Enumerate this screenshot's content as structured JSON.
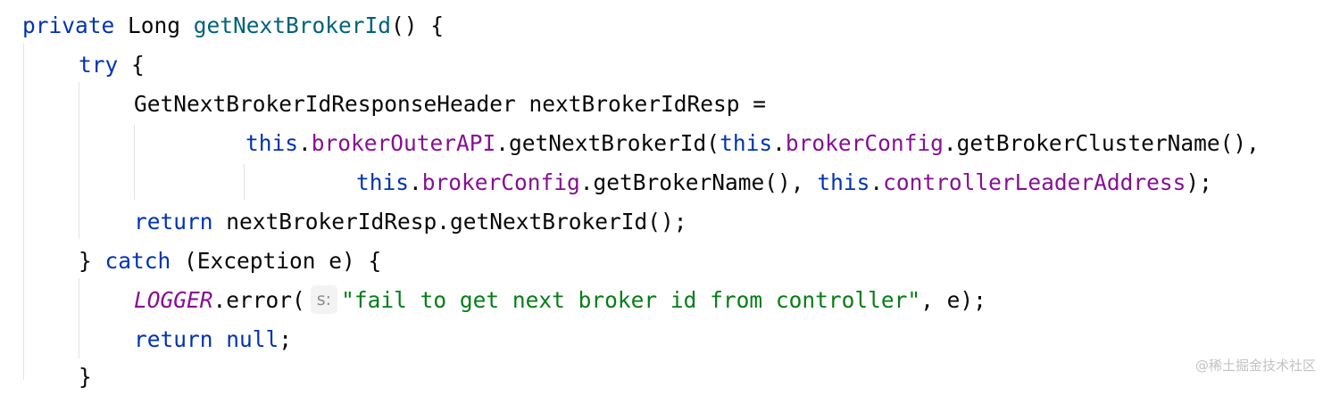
{
  "code": {
    "line1": {
      "kw_private": "private",
      "type": " Long ",
      "method": "getNextBrokerId",
      "rest": "() {"
    },
    "line2": {
      "kw_try": "try",
      "rest": " {"
    },
    "line3": {
      "text": "GetNextBrokerIdResponseHeader nextBrokerIdResp ="
    },
    "line4": {
      "kw_this1": "this",
      "dot1": ".",
      "field1": "brokerOuterAPI",
      "call1": ".getNextBrokerId(",
      "kw_this2": "this",
      "dot2": ".",
      "field2": "brokerConfig",
      "call2": ".getBrokerClusterName(),"
    },
    "line5": {
      "kw_this1": "this",
      "dot1": ".",
      "field1": "brokerConfig",
      "call1": ".getBrokerName(), ",
      "kw_this2": "this",
      "dot2": ".",
      "field2": "controllerLeaderAddress",
      "end": ");"
    },
    "line6": {
      "kw_return": "return",
      "rest": " nextBrokerIdResp.getNextBrokerId();"
    },
    "line7": {
      "brace": "} ",
      "kw_catch": "catch",
      "rest": " (Exception e) {"
    },
    "line8": {
      "logger": "LOGGER",
      "call": ".error(",
      "hint": "s:",
      "string": "\"fail to get next broker id from controller\"",
      "end": ", e);"
    },
    "line9": {
      "kw_return": "return",
      "space": " ",
      "kw_null": "null",
      "end": ";"
    },
    "line10": {
      "brace": "}"
    }
  },
  "watermark": "@稀土掘金技术社区",
  "colors": {
    "keyword": "#0033b3",
    "method": "#00627a",
    "field": "#871094",
    "string": "#067d17",
    "text": "#080808",
    "hint_bg": "#f3f3f3"
  }
}
